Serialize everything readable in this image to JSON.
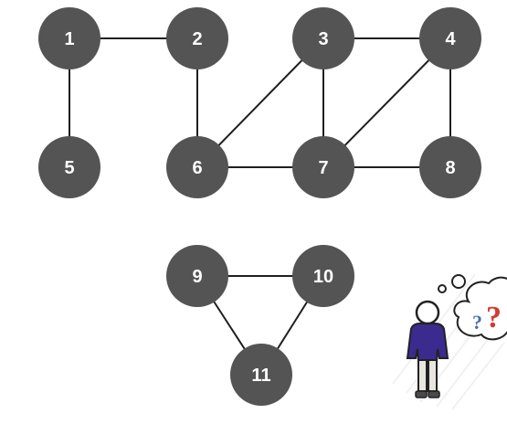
{
  "graph": {
    "nodes": [
      {
        "id": "1",
        "label": "1"
      },
      {
        "id": "2",
        "label": "2"
      },
      {
        "id": "3",
        "label": "3"
      },
      {
        "id": "4",
        "label": "4"
      },
      {
        "id": "5",
        "label": "5"
      },
      {
        "id": "6",
        "label": "6"
      },
      {
        "id": "7",
        "label": "7"
      },
      {
        "id": "8",
        "label": "8"
      },
      {
        "id": "9",
        "label": "9"
      },
      {
        "id": "10",
        "label": "10"
      },
      {
        "id": "11",
        "label": "11"
      }
    ],
    "edges": [
      [
        "1",
        "2"
      ],
      [
        "1",
        "5"
      ],
      [
        "2",
        "6"
      ],
      [
        "3",
        "4"
      ],
      [
        "3",
        "6"
      ],
      [
        "3",
        "7"
      ],
      [
        "4",
        "7"
      ],
      [
        "4",
        "8"
      ],
      [
        "6",
        "7"
      ],
      [
        "7",
        "8"
      ],
      [
        "9",
        "10"
      ],
      [
        "9",
        "11"
      ],
      [
        "10",
        "11"
      ]
    ]
  },
  "colors": {
    "node_fill": "#545454",
    "node_text": "#ffffff",
    "edge": "#1f1f1f",
    "background": "#ffffff"
  },
  "illustration": {
    "icon": "confused-person-thought-bubble-icon",
    "marks": [
      "?",
      "?"
    ]
  }
}
